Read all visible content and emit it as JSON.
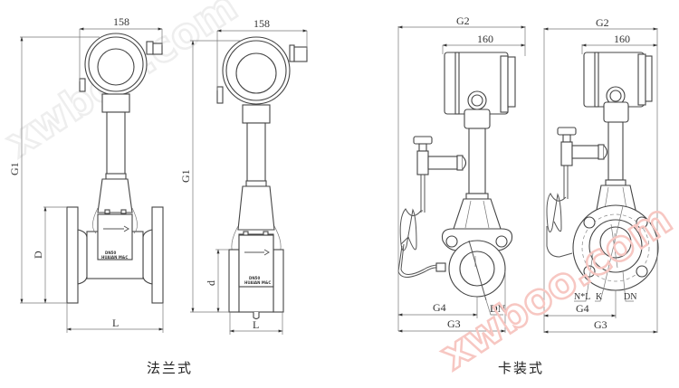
{
  "figure": {
    "title": "Vortex flowmeter installation dimension drawings",
    "panels": [
      {
        "id": "flange-front",
        "group": "flange",
        "dimensions": {
          "top_width": "158",
          "height": "G1",
          "flange_dia": "D",
          "length": "L"
        },
        "nameplate": {
          "line1": "DN50",
          "line2": "HUAIAN M&C"
        }
      },
      {
        "id": "flange-side",
        "group": "flange",
        "dimensions": {
          "top_width": "158",
          "height": "G1",
          "pipe_dia": "d",
          "length": "L"
        },
        "nameplate": {
          "line1": "DN50",
          "line2": "HUAIAN M&C"
        }
      },
      {
        "id": "wafer-1",
        "group": "wafer",
        "dimensions": {
          "overall_width": "G2",
          "head_width": "160",
          "offset": "G4",
          "total": "G3",
          "bore": "DN"
        }
      },
      {
        "id": "wafer-2",
        "group": "wafer",
        "dimensions": {
          "overall_width": "G2",
          "head_width": "160",
          "bolts": "N*L",
          "pcd": "K",
          "bore": "DN",
          "offset": "G4",
          "total": "G3"
        }
      }
    ],
    "captions": {
      "flange": "法兰式",
      "wafer": "卡装式"
    },
    "watermarks": [
      {
        "text": "xwboo.com",
        "color": "#e8e8e8"
      },
      {
        "text": "xwboo.com",
        "color": "#f5b8b0"
      }
    ]
  }
}
